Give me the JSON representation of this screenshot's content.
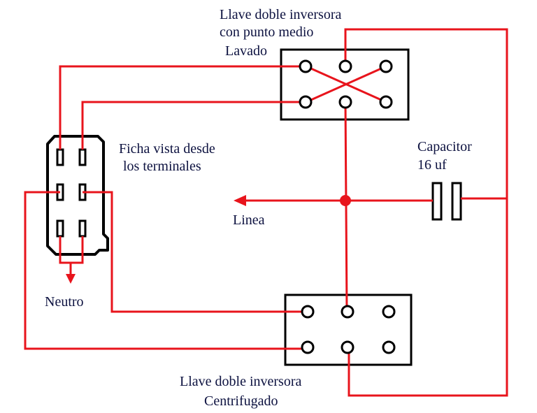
{
  "colors": {
    "wire": "#e8141c",
    "outline": "#000000",
    "text": "#0d1240",
    "background": "#ffffff"
  },
  "labels": {
    "top_switch_line1": "Llave doble inversora",
    "top_switch_line2": "con punto medio",
    "top_switch_line3": "Lavado",
    "plug_line1": "Ficha vista desde",
    "plug_line2": "los terminales",
    "capacitor_line1": "Capacitor",
    "capacitor_line2": "16 uf",
    "line": "Linea",
    "neutral": "Neutro",
    "bottom_switch_line1": "Llave doble inversora",
    "bottom_switch_line2": "Centrifugado"
  }
}
